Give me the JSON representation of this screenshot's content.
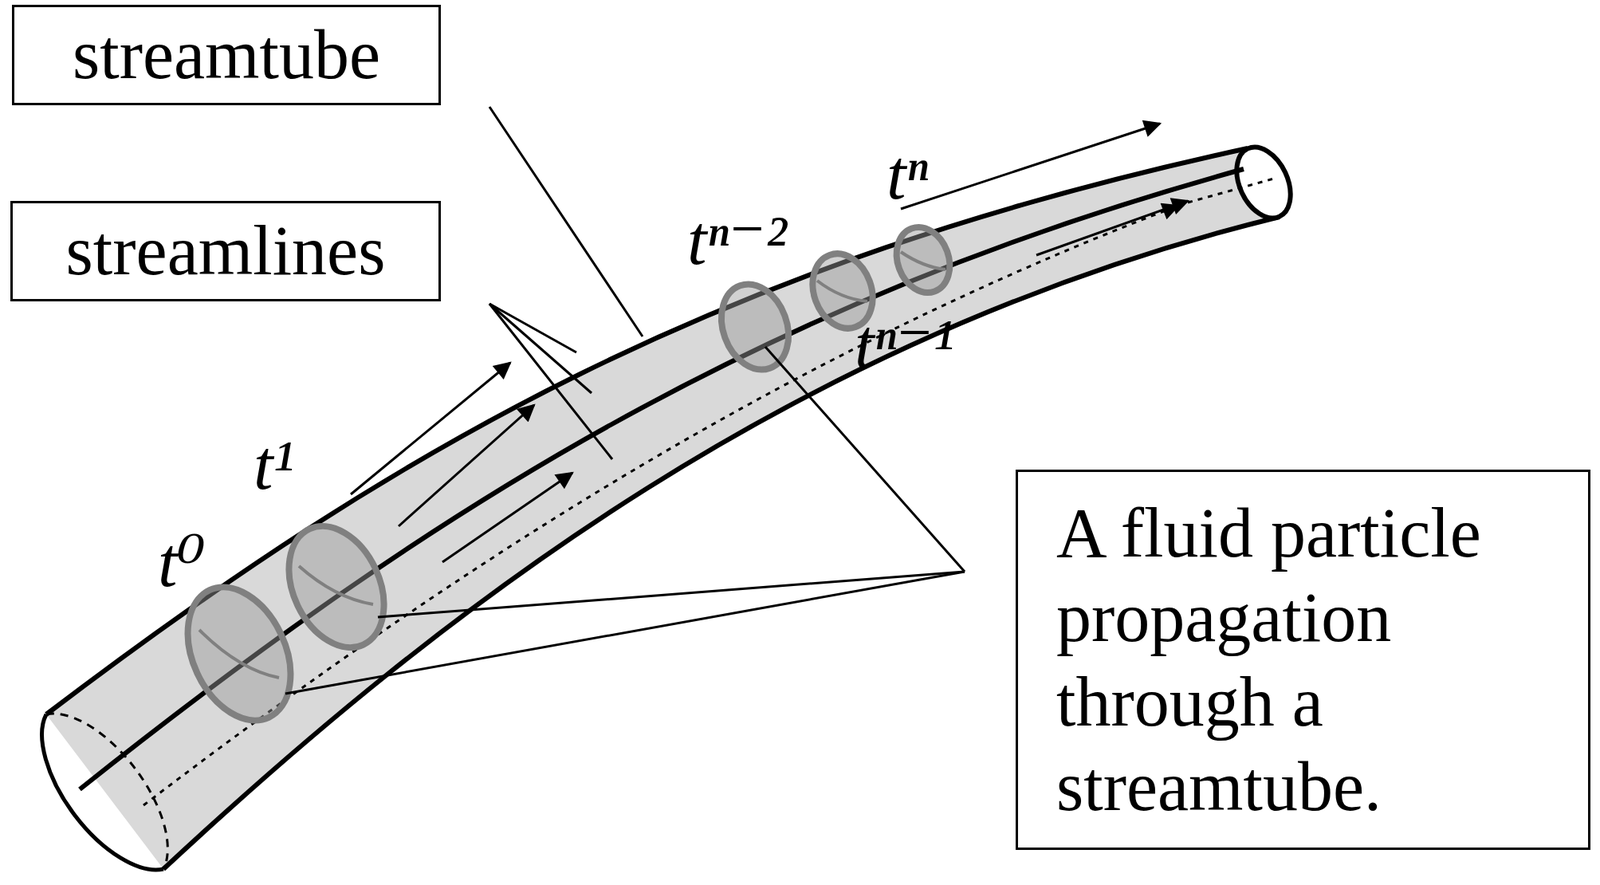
{
  "diagram": {
    "nodes": [
      {
        "text": [
          "streamtube"
        ]
      },
      {
        "text": [
          "streamlines"
        ]
      },
      {
        "text": [
          "A fluid particle propagation through a streamtube."
        ]
      }
    ],
    "labels": [
      "t⁰",
      "t¹",
      "tⁿ⁻²",
      "tⁿ⁻¹",
      "tⁿ"
    ]
  }
}
